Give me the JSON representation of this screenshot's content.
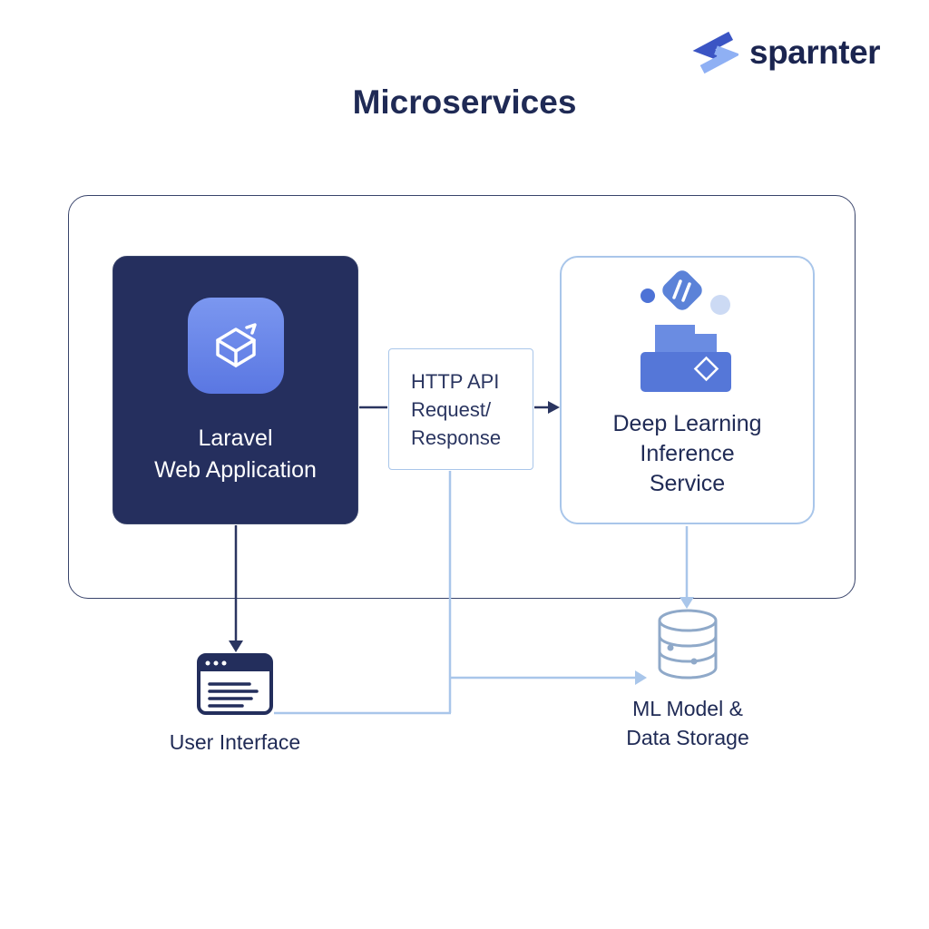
{
  "logo": {
    "text": "sparnter"
  },
  "title": "Microservices",
  "diagram": {
    "laravel_box": {
      "line1": "Laravel",
      "line2": "Web Application"
    },
    "http_box": {
      "line1": "HTTP API",
      "line2": "Request/",
      "line3": "Response"
    },
    "inference_box": {
      "line1": "Deep Learning",
      "line2": "Inference",
      "line3": "Service"
    },
    "user_interface": {
      "label": "User Interface"
    },
    "storage": {
      "line1": "ML Model &",
      "line2": "Data Storage"
    }
  },
  "colors": {
    "navy_box": "#252f5e",
    "dark_text": "#1f2a55",
    "dark_connector": "#2a3560",
    "light_connector": "#a9c6ea",
    "light_border": "#a9c6ea",
    "app_icon_blue": "#6484ea",
    "inference_icon_blue": "#5b82d8",
    "logo_dark_blue": "#3b55c4",
    "logo_light_blue": "#8fb0f4",
    "database_stroke": "#8fa9c9"
  }
}
